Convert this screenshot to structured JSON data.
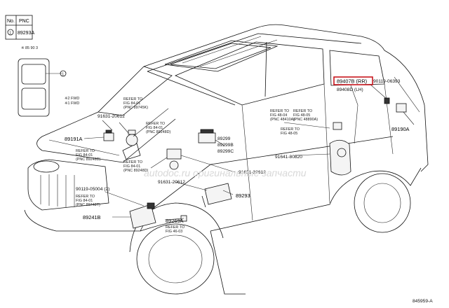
{
  "table": {
    "header_no": "No.",
    "header_pnc": "PNC",
    "row_no": "1",
    "row_pnc": "89293A"
  },
  "inset": {
    "note": "※ 85 90 3",
    "callout": "1",
    "note_line1": "※2 FWD",
    "note_line2": "※1 FWD"
  },
  "labels": {
    "p89407B": "89407B (RR)",
    "p89408D": "89408D (LH)",
    "p90119_06393": "90119-06393",
    "p89190A": "89190A",
    "p91631_20612_top": "91631-20612",
    "p89191A": "89191A",
    "p89299": "89299",
    "p89299B": "89299B",
    "p89299C": "89299C",
    "p91641_80820": "91641-80820",
    "p91631_32612": "91631-32612",
    "p91631_20612_mid": "91631-20612",
    "p89293": "89293",
    "p90119_05004": "90119-05004 (2)",
    "p89241B": "89241B",
    "p89269A": "89269A",
    "diagram_id": "845959-A"
  },
  "refers": {
    "r1": [
      "REFER TO",
      "FIG 84-01",
      "(PNC 89248D)"
    ],
    "r2": [
      "REFER TO",
      "FIG 84-01",
      "(PNC 89745K)"
    ],
    "r3": [
      "REFER TO",
      "FIG 84-01",
      "(PNC 89248D)"
    ],
    "r4": [
      "REFER TO",
      "FIG 84-01",
      "(PNC 89248D)"
    ],
    "r5": [
      "REFER TO",
      "FIG 48-04",
      "(PNC 48410A)"
    ],
    "r6": [
      "REFER TO",
      "FIG 48-05",
      "(PNC 48890A)"
    ],
    "r7": [
      "REFER TO",
      "FIG 48-05"
    ],
    "r8": [
      "REFER TO",
      "FIG 84-01",
      "(PNC 89748T)"
    ],
    "r9": [
      "REFER TO",
      "FIG 46-03"
    ]
  },
  "watermark": "autodoc.ru  оригинальные запчасти"
}
